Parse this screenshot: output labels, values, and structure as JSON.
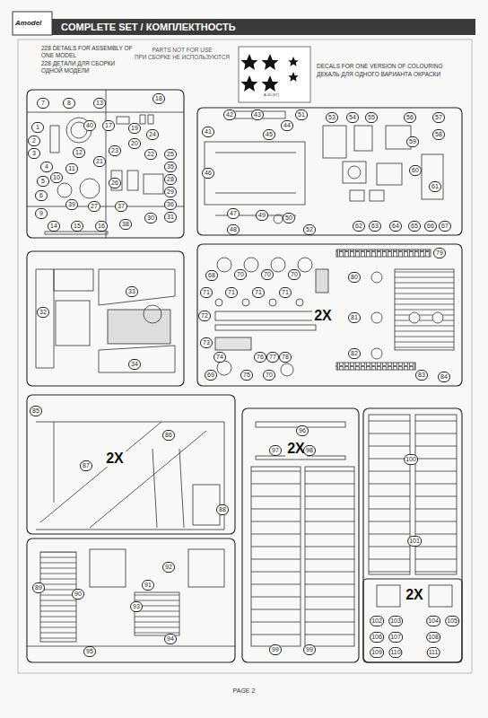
{
  "diagram": {
    "title": "COMPLETE SET / КОМПЛЕКТНОСТЬ",
    "labels": [
      "Amodel",
      "228 DETAILS FOR ASSEMBLY OF ONE MODEL",
      "228 ДЕТАЛИ ДЛЯ СБОРКИ ОДНОЙ МОДЕЛИ",
      "PARTS NOT FOR USE",
      "ПРИ СБОРКЕ НЕ ИСПОЛЬЗУЮТСЯ",
      "A-40 (KT)",
      "DECALS FOR ONE VERSION OF COLOURING",
      "ДЕКАЛЬ ДЛЯ ОДНОГО ВАРИАНТА ОКРАСКИ",
      "2X",
      "2X",
      "2X",
      "2X",
      "PAGE 2",
      "1",
      "2",
      "3",
      "4",
      "5",
      "6",
      "7",
      "8",
      "9",
      "10",
      "11",
      "12",
      "13",
      "14",
      "15",
      "16",
      "17",
      "18",
      "19",
      "20",
      "21",
      "22",
      "23",
      "24",
      "25",
      "26",
      "27",
      "28",
      "29",
      "30",
      "31",
      "32",
      "33",
      "34",
      "35",
      "36",
      "37",
      "38",
      "39",
      "40",
      "41",
      "42",
      "43",
      "44",
      "45",
      "46",
      "47",
      "48",
      "49",
      "50",
      "51",
      "52",
      "53",
      "54",
      "55",
      "56",
      "57",
      "58",
      "59",
      "60",
      "61",
      "62",
      "63",
      "64",
      "65",
      "66",
      "67",
      "68",
      "70",
      "70",
      "70",
      "71",
      "71",
      "71",
      "71",
      "72",
      "73",
      "74",
      "76",
      "77",
      "78",
      "69",
      "75",
      "70",
      "79",
      "80",
      "81",
      "82",
      "83",
      "84",
      "85",
      "86",
      "87",
      "88",
      "89",
      "90",
      "91",
      "92",
      "93",
      "94",
      "95",
      "96",
      "97",
      "98",
      "99",
      "99",
      "100",
      "101",
      "102",
      "103",
      "104",
      "105",
      "106",
      "107",
      "108",
      "109",
      "110",
      "111"
    ]
  }
}
